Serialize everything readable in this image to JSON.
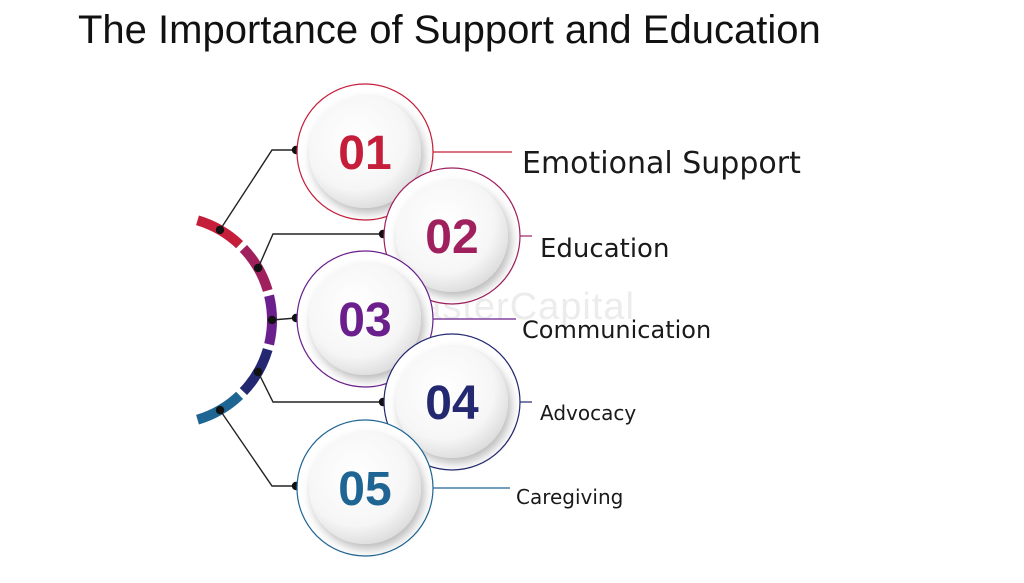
{
  "title": "The Importance of Support and Education",
  "watermark": "FasterCapital",
  "items": [
    {
      "number": "01",
      "label": "Emotional Support",
      "color": "#c41e3a"
    },
    {
      "number": "02",
      "label": "Education",
      "color": "#a0205e"
    },
    {
      "number": "03",
      "label": "Communication",
      "color": "#6a1f8c"
    },
    {
      "number": "04",
      "label": "Advocacy",
      "color": "#232870"
    },
    {
      "number": "05",
      "label": "Caregiving",
      "color": "#1f6594"
    }
  ]
}
